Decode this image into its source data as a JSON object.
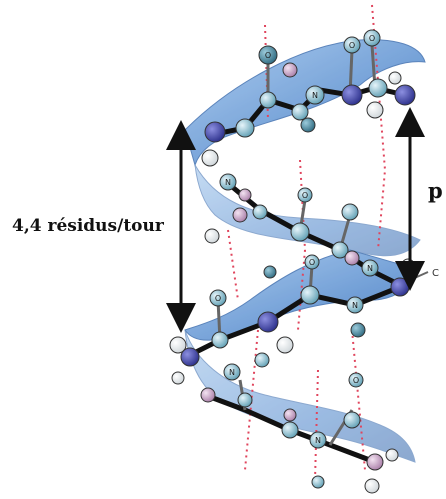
{
  "labels": {
    "residues_per_turn": "4,4 résidus/tour",
    "pitch_symbol": "p"
  },
  "atom_labels": {
    "carbonyl_oxygen": "O",
    "amide_nitrogen": "N",
    "alpha_carbon": "C"
  },
  "colors": {
    "ribbon": "#5a8fd0",
    "ribbon_light": "#9fc4ec",
    "hbond": "#e0455d",
    "nitrogen": "#3b3fa6",
    "carbon_light": "#a9d3e3",
    "carbon_dark": "#4f8ea3",
    "hydrogen": "#ffffff",
    "side_chain": "#c9a3c8",
    "backbone": "#111111",
    "text": "#111111"
  }
}
